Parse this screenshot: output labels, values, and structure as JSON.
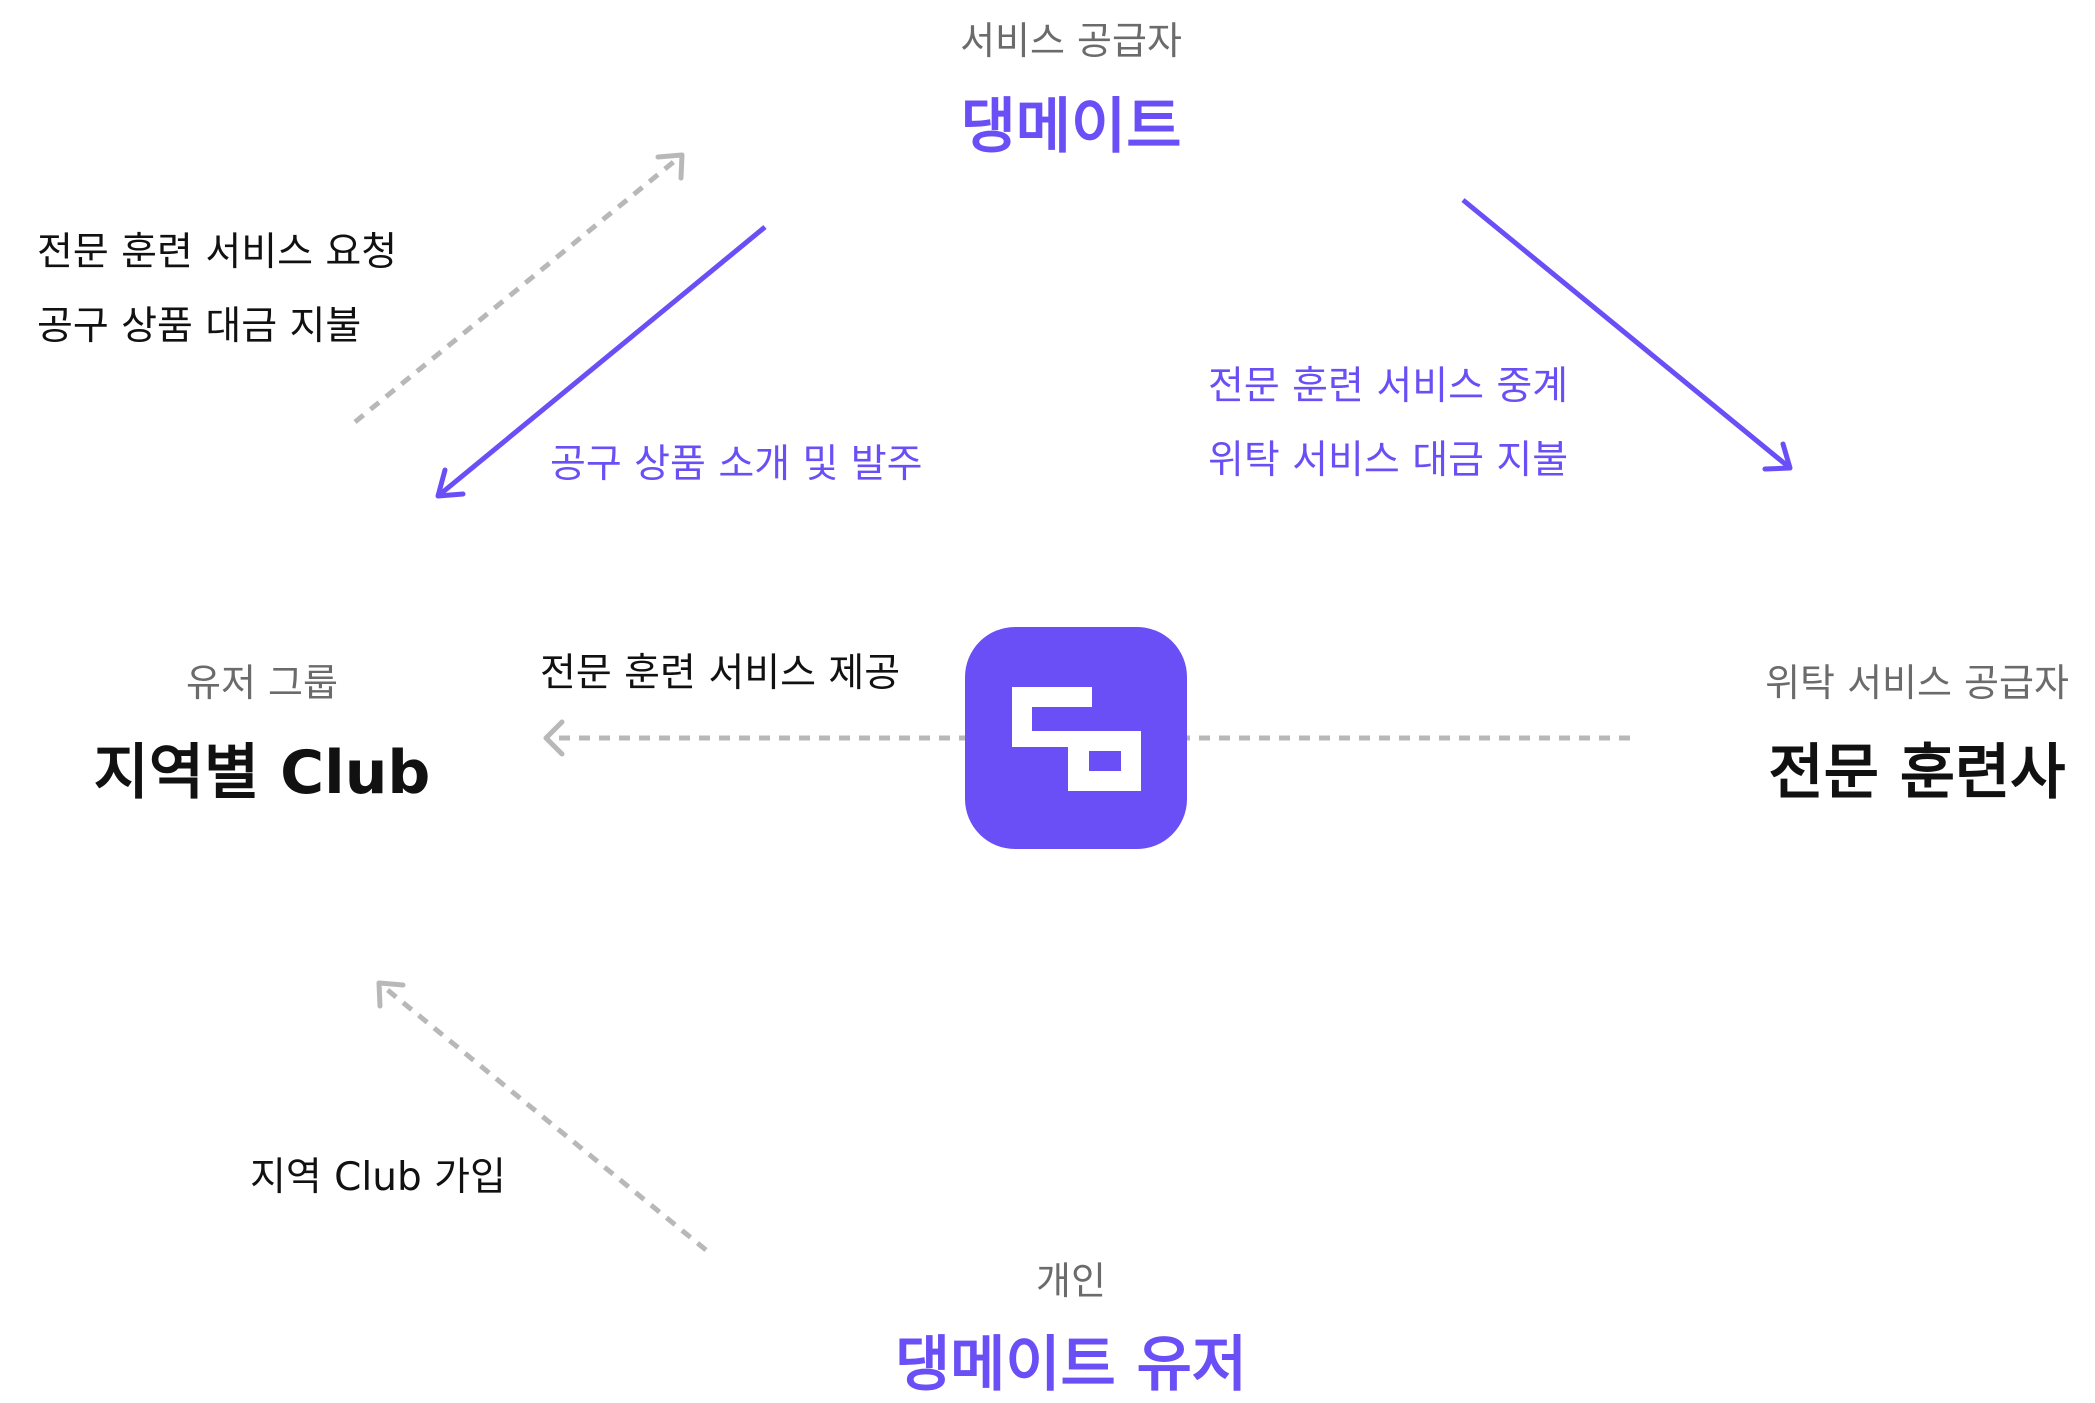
{
  "colors": {
    "accent": "#6b4ff6",
    "dashed_arrow": "#b8b8b8",
    "label_gray": "#6b6b6b",
    "text_dark": "#111111"
  },
  "nodes": {
    "top": {
      "subtitle": "서비스 공급자",
      "title": "댕메이트"
    },
    "left": {
      "subtitle": "유저 그룹",
      "title": "지역별 Club"
    },
    "right": {
      "subtitle": "위탁 서비스 공급자",
      "title": "전문 훈련사"
    },
    "bottom": {
      "subtitle": "개인",
      "title": "댕메이트 유저"
    },
    "center": {
      "icon": "dangmate-app-logo-icon"
    }
  },
  "edges": {
    "club_to_dangmate": {
      "line1": "전문 훈련 서비스 요청",
      "line2": "공구 상품 대금 지불"
    },
    "dangmate_to_club": {
      "line1": "공구 상품 소개 및 발주"
    },
    "dangmate_to_trainer": {
      "line1": "전문 훈련 서비스 중계",
      "line2": "위탁 서비스 대금 지불"
    },
    "trainer_to_club": {
      "line1": "전문 훈련 서비스 제공"
    },
    "user_to_club": {
      "line1": "지역 Club 가입"
    }
  }
}
